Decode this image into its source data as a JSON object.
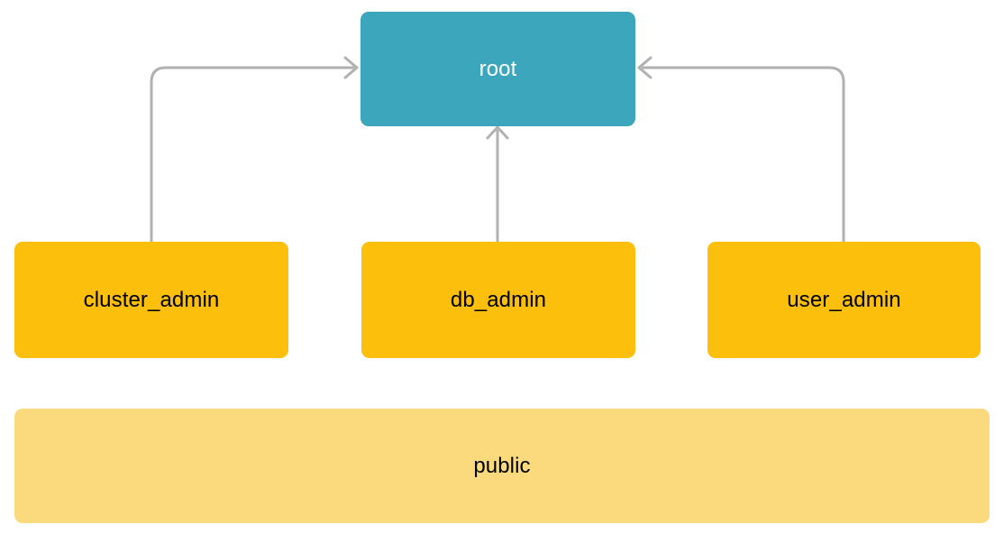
{
  "nodes": [
    {
      "id": "root",
      "label": "root",
      "color": "#3BA6BC",
      "text_color": "#FFFFFF"
    },
    {
      "id": "cluster_admin",
      "label": "cluster_admin",
      "color": "#FBBF0C",
      "text_color": "#000000"
    },
    {
      "id": "db_admin",
      "label": "db_admin",
      "color": "#FBBF0C",
      "text_color": "#000000"
    },
    {
      "id": "user_admin",
      "label": "user_admin",
      "color": "#FBBF0C",
      "text_color": "#000000"
    },
    {
      "id": "public",
      "label": "public",
      "color": "#FADA7D",
      "text_color": "#000000"
    }
  ],
  "edges": [
    {
      "from": "cluster_admin",
      "to": "root",
      "direction": "up-then-right-into-left-side"
    },
    {
      "from": "db_admin",
      "to": "root",
      "direction": "straight-up-into-bottom"
    },
    {
      "from": "user_admin",
      "to": "root",
      "direction": "up-then-left-into-right-side"
    }
  ],
  "style": {
    "edge_color": "#B1B1B1",
    "background": "#FFFFFF"
  }
}
